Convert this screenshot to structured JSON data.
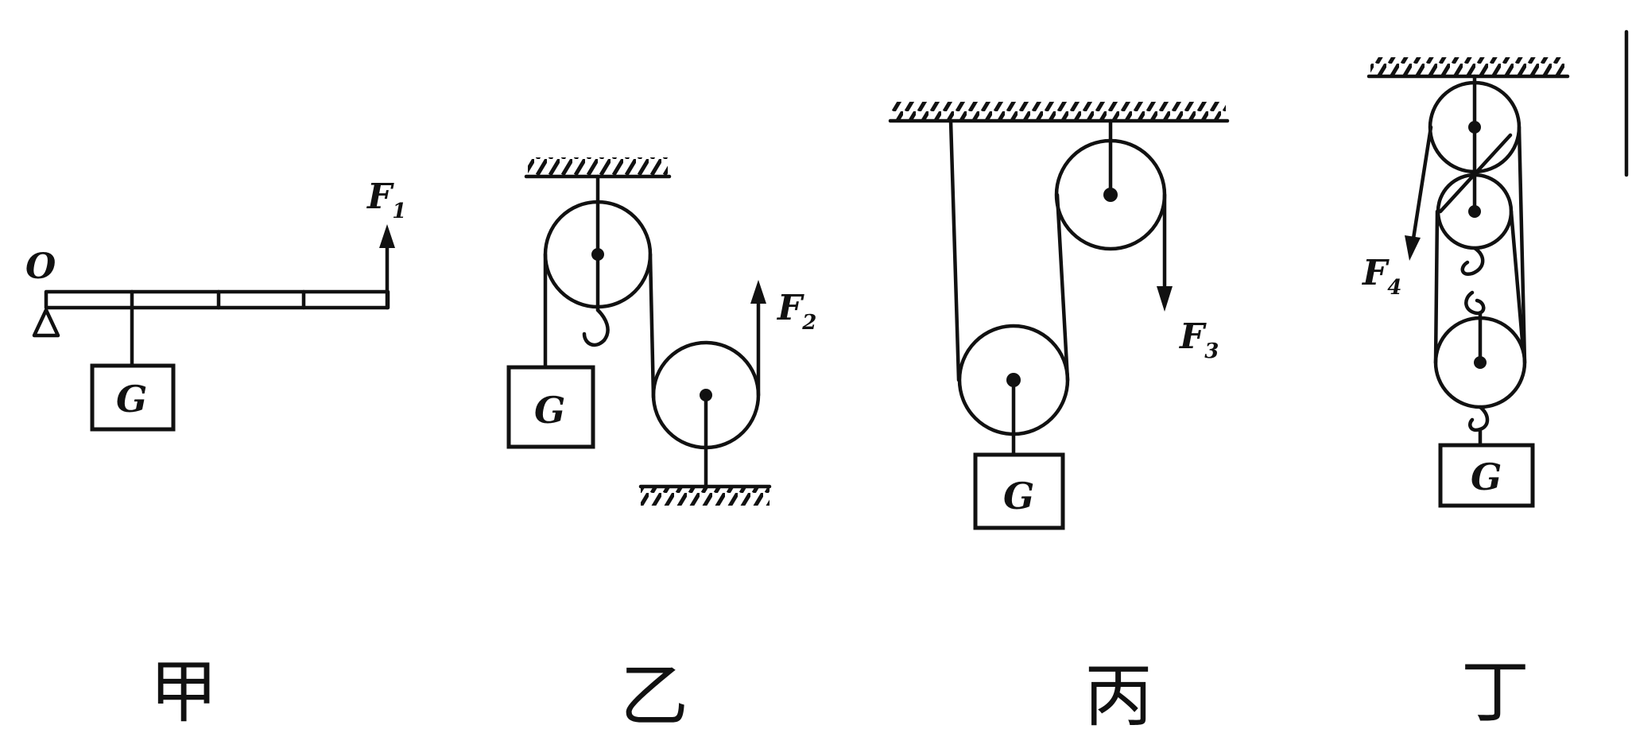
{
  "panels": [
    {
      "id": "jia",
      "caption": "甲",
      "force": "F",
      "force_sub": "1",
      "pivot": "O",
      "weight": "G"
    },
    {
      "id": "yi",
      "caption": "乙",
      "force": "F",
      "force_sub": "2",
      "weight": "G"
    },
    {
      "id": "bing",
      "caption": "丙",
      "force": "F",
      "force_sub": "3",
      "weight": "G"
    },
    {
      "id": "ding",
      "caption": "丁",
      "force": "F",
      "force_sub": "4",
      "weight": "G"
    }
  ]
}
